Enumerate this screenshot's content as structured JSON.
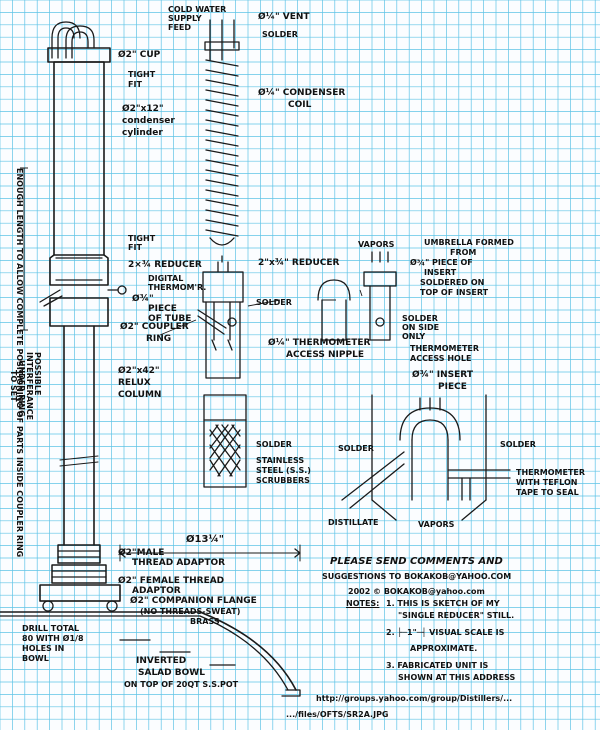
{
  "drawing": {
    "col_water": "COLD WATER",
    "supply_feed_1": "SUPPLY",
    "supply_feed_2": "FEED",
    "vent": "Ø¼\" VENT",
    "solder_top": "SOLDER",
    "cup": "Ø2\" CUP",
    "tight_fit_1a": "TIGHT",
    "tight_fit_1b": "FIT",
    "cyl_1": "Ø2\"x12\"",
    "cyl_2": "condenser",
    "cyl_3": "cylinder",
    "coil_1": "Ø¼\" CONDENSER",
    "coil_2": "COIL",
    "enough_length": "ENOUGH LENGTH TO ALLOW COMPLETE POSITIONING OF PARTS INSIDE COUPLER RING",
    "tight_fit_2a": "TIGHT",
    "tight_fit_2b": "FIT",
    "reducer_1": "2×¾ REDUCER",
    "digital_1": "DIGITAL",
    "digital_2": "THERMOM'R.",
    "piece_1": "Ø¾\"",
    "piece_2": "PIECE",
    "piece_3": "OF TUBE",
    "coupler_1": "Ø2\" COUPLER",
    "coupler_2": "RING",
    "reflux_1": "Ø2\"x42\"",
    "reflux_2": "RELUX",
    "reflux_3": "COLUMN",
    "possible_1": "POSSIBLE",
    "possible_2": "INTERFERANCE",
    "possible_3": "UNDER RING",
    "possible_4": "TO SET",
    "reducer_2": "2\"x¾\" REDUCER",
    "solder_mid": "SOLDER",
    "therm_nipple_1": "Ø¼\" THERMOMETER",
    "therm_nipple_2": "ACCESS NIPPLE",
    "vapors_top": "VAPORS",
    "umbrella_1": "UMBRELLA FORMED",
    "umbrella_2": "FROM",
    "umbrella_3": "Ø¾\" PIECE OF",
    "umbrella_4": "INSERT",
    "umbrella_5": "SOLDERED ON",
    "umbrella_6": "TOP OF INSERT",
    "solder_side_1": "SOLDER",
    "solder_side_2": "ON SIDE",
    "solder_side_3": "ONLY",
    "therm_hole_1": "THERMOMETER",
    "therm_hole_2": "ACCESS HOLE",
    "insert_1": "Ø¾\" INSERT",
    "insert_2": "PIECE",
    "solder_low": "SOLDER",
    "stainless_1": "STAINLESS",
    "stainless_2": "STEEL (S.S.)",
    "stainless_3": "SCRUBBERS",
    "solder_l": "SOLDER",
    "solder_r": "SOLDER",
    "thermometer_1": "THERMOMETER",
    "thermometer_2": "WITH TEFLON",
    "thermometer_3": "TAPE TO SEAL",
    "distillate": "DISTILLATE",
    "vapors_bottom": "VAPORS",
    "dim_134": "Ø13¼\"",
    "male_1": "Ø2\"MALE",
    "male_2": "THREAD ADAPTOR",
    "female_1": "Ø2\" FEMALE THREAD",
    "female_2": "ADAPTOR",
    "flange_1": "Ø2\" COMPANION FLANGE",
    "flange_2": "(NO THREADS-SWEAT)",
    "flange_3": "BRASS",
    "drill_1": "DRILL TOTAL",
    "drill_2": "80 WITH Ø1/8",
    "drill_3": "HOLES IN",
    "drill_4": "BOWL",
    "bowl_1": "INVERTED",
    "bowl_2": "SALAD BOWL",
    "bowl_3": "ON TOP OF 20QT S.S.POT",
    "please_1": "PLEASE SEND COMMENTS AND",
    "please_2": "SUGGESTIONS TO BOKAKOB@YAHOO.COM",
    "year": "2002 © BOKAKOB@yahoo.com",
    "notes": "NOTES:",
    "note_1a": "1. THIS IS SKETCH OF MY",
    "note_1b": "\"SINGLE REDUCER\" STILL.",
    "note_2a": "2. ├─1\"─┤ VISUAL SCALE IS",
    "note_2b": "APPROXIMATE.",
    "note_3a": "3. FABRICATED UNIT IS",
    "note_3b": "SHOWN AT THIS ADDRESS",
    "url_1": "http://groups.yahoo.com/group/Distillers/...",
    "url_2": ".../files/OFTS/SR2A.JPG"
  }
}
